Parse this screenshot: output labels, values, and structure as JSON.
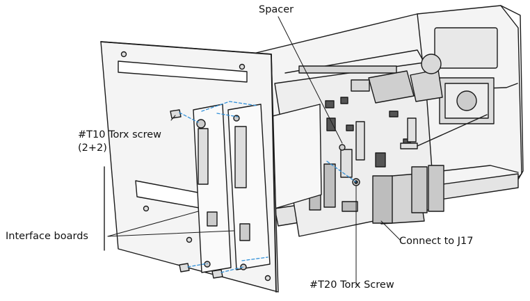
{
  "diagram": {
    "labels": {
      "spacer": "Spacer",
      "t10_screw": "#T10 Torx screw",
      "t10_count": "(2+2)",
      "interface_boards": "Interface boards",
      "connect_j17": "Connect to J17",
      "t20_screw": "#T20 Torx Screw"
    },
    "colors": {
      "line": "#1a1a1a",
      "fill_light": "#f2f2f2",
      "fill_mid": "#d9d9d9",
      "fill_dark": "#9a9a9a",
      "guide": "#2f8fd8"
    }
  }
}
